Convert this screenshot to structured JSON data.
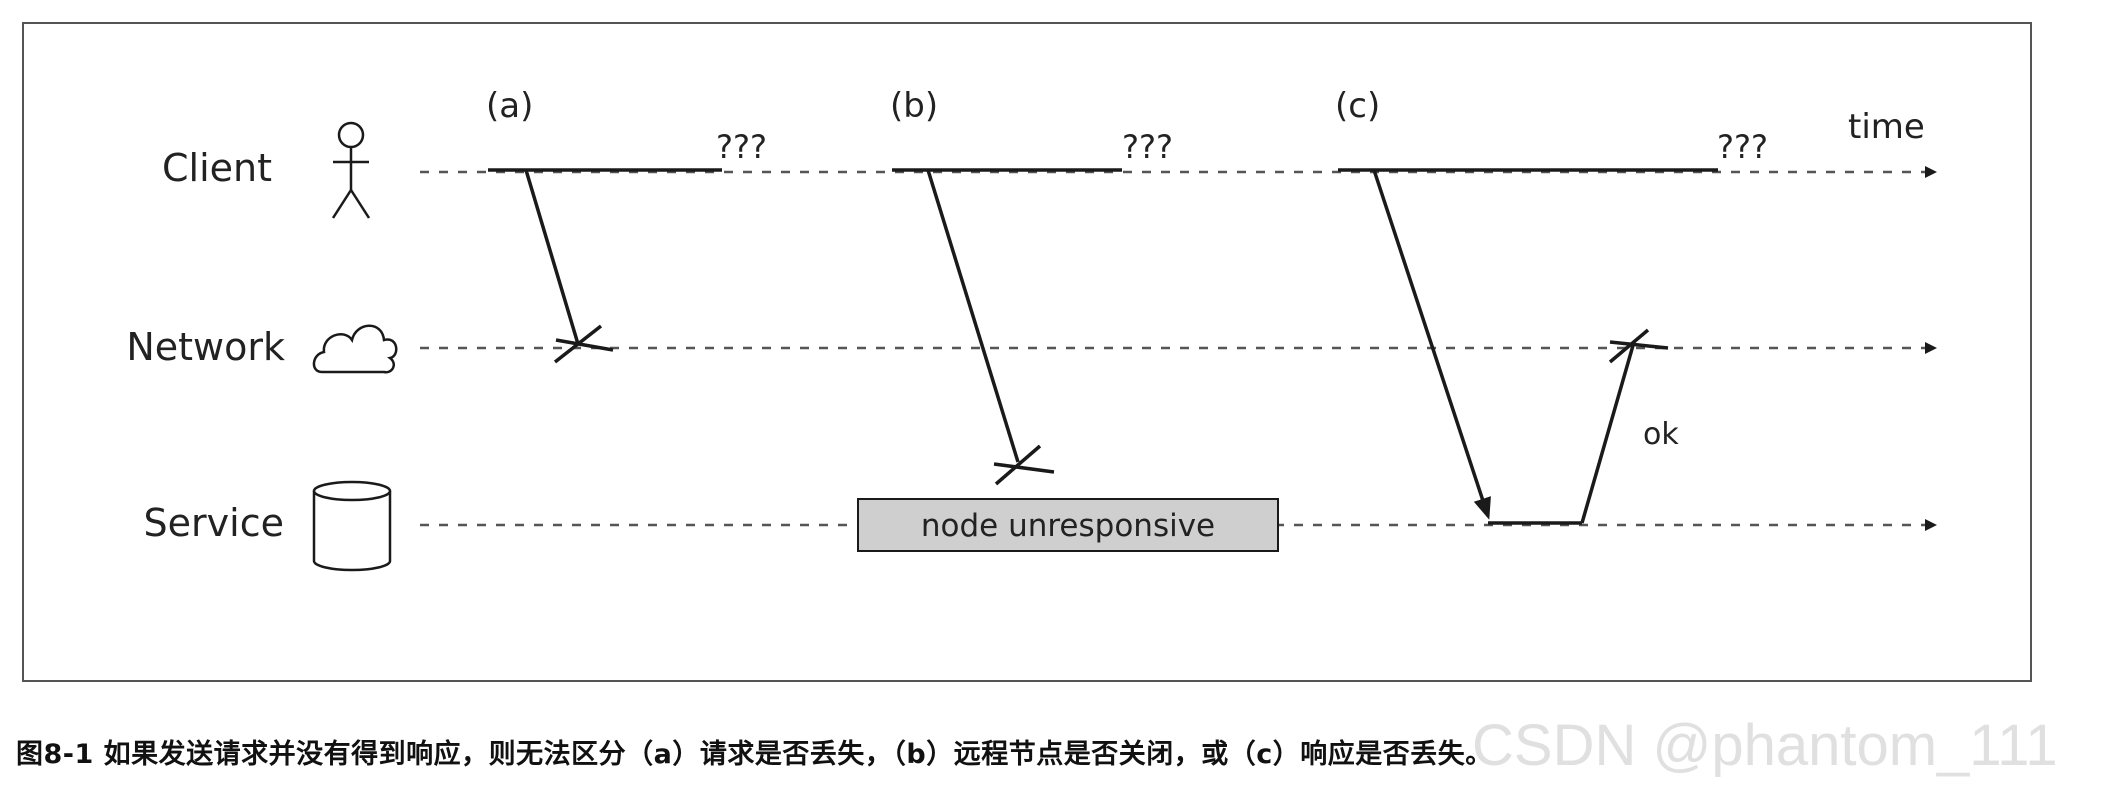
{
  "rows": {
    "client": "Client",
    "network": "Network",
    "service": "Service"
  },
  "scenarios": {
    "a": "(a)",
    "b": "(b)",
    "c": "(c)"
  },
  "timeouts": {
    "a": "???",
    "b": "???",
    "c": "???"
  },
  "time_label": "time",
  "node_box_label": "node unresponsive",
  "ok_label": "ok",
  "icons": {
    "client": "stick-figure-icon",
    "network": "cloud-icon",
    "service": "database-cylinder-icon"
  },
  "caption": "图8-1 如果发送请求并没有得到响应，则无法区分（a）请求是否丢失，（b）远程节点是否关闭，或（c）响应是否丢失。",
  "watermark": "CSDN @phantom_111",
  "colors": {
    "line": "#1a1a1a",
    "dashed": "#555555",
    "box_fill": "#cfcfcf",
    "frame": "#555555"
  }
}
